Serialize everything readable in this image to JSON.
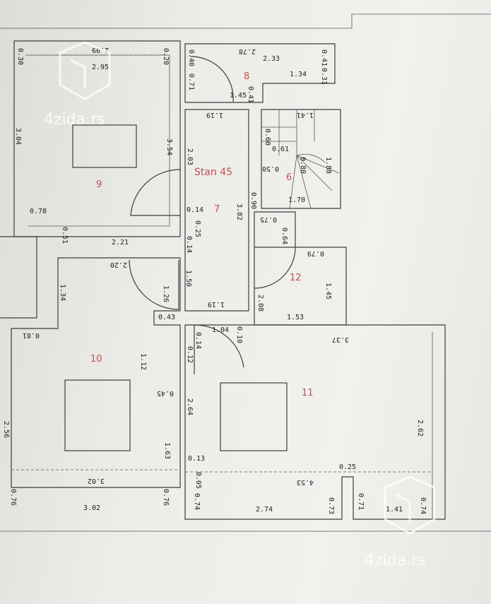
{
  "watermark": {
    "text": "4zida.rs"
  },
  "unit_label": "Stan 45",
  "rooms": {
    "r6": "6",
    "r7": "7",
    "r8": "8",
    "r9": "9",
    "r10": "10",
    "r11": "11",
    "r12": "12"
  },
  "dimensions": {
    "d_0_30": "0.30",
    "d_2_99": "2.99",
    "d_2_95": "2.95",
    "d_0_20": "0.20",
    "d_3_04": "3.04",
    "d_3_54": "3.54",
    "d_0_78": "0.78",
    "d_0_51": "0.51",
    "d_2_21": "2.21",
    "d_0_40": "0.40",
    "d_2_78": "2.78",
    "d_2_33": "2.33",
    "d_0_41": "0.41",
    "d_0_71": "0.71",
    "d_1_34a": "1.34",
    "d_0_31": "0.31",
    "d_1_45a": "1.45",
    "d_0_41b": "0.41",
    "d_1_19a": "1.19",
    "d_1_41a": "1.41",
    "d_0_60a": "0.60",
    "d_0_61": "0.61",
    "d_0_80": "0.80",
    "d_1_88": "1.88",
    "d_2_03": "2.03",
    "d_0_50": "0.50",
    "d_0_90": "0.90",
    "d_1_70": "1.70",
    "d_0_14a": "0.14",
    "d_0_25a": "0.25",
    "d_0_14b": "0.14",
    "d_3_82": "3.82",
    "d_0_75": "0.75",
    "d_0_64": "0.64",
    "d_0_79": "0.79",
    "d_2_20": "2.20",
    "d_1_34b": "1.34",
    "d_1_50": "1.50",
    "d_1_26": "1.26",
    "d_2_08": "2.08",
    "d_1_45b": "1.45",
    "d_1_19b": "1.19",
    "d_0_43": "0.43",
    "d_1_53": "1.53",
    "d_0_81": "0.81",
    "d_0_14c": "0.14",
    "d_1_04": "1.04",
    "d_0_10": "0.10",
    "d_3_37": "3.37",
    "d_0_12": "0.12",
    "d_1_12": "1.12",
    "d_0_45": "0.45",
    "d_2_56": "2.56",
    "d_2_64": "2.64",
    "d_2_62": "2.62",
    "d_1_63": "1.63",
    "d_0_13": "0.13",
    "d_0_25b": "0.25",
    "d_0_05": "0.05",
    "d_3_02a": "3.02",
    "d_4_53": "4.53",
    "d_0_76a": "0.76",
    "d_0_76b": "0.76",
    "d_3_02b": "3.02",
    "d_0_74a": "0.74",
    "d_2_74": "2.74",
    "d_0_73": "0.73",
    "d_0_71b": "0.71",
    "d_1_41b": "1.41",
    "d_0_74b": "0.74"
  }
}
